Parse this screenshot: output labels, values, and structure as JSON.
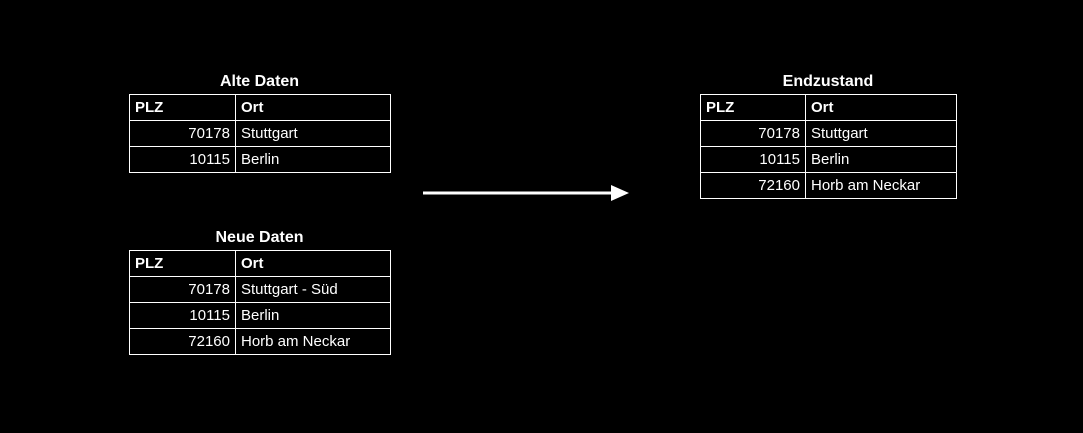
{
  "canvas": {
    "background_color": "#000000",
    "text_color": "#ffffff",
    "border_color": "#ffffff"
  },
  "tables": {
    "alte": {
      "title": "Alte Daten",
      "headers": [
        "PLZ",
        "Ort"
      ],
      "rows": [
        [
          "70178",
          "Stuttgart"
        ],
        [
          "10115",
          "Berlin"
        ]
      ]
    },
    "neue": {
      "title": "Neue Daten",
      "headers": [
        "PLZ",
        "Ort"
      ],
      "rows": [
        [
          "70178",
          "Stuttgart - Süd"
        ],
        [
          "10115",
          "Berlin"
        ],
        [
          "72160",
          "Horb am Neckar"
        ]
      ]
    },
    "end": {
      "title": "Endzustand",
      "headers": [
        "PLZ",
        "Ort"
      ],
      "rows": [
        [
          "70178",
          "Stuttgart"
        ],
        [
          "10115",
          "Berlin"
        ],
        [
          "72160",
          "Horb am Neckar"
        ]
      ]
    }
  },
  "arrow": {
    "icon": "right-arrow",
    "color": "#ffffff"
  }
}
